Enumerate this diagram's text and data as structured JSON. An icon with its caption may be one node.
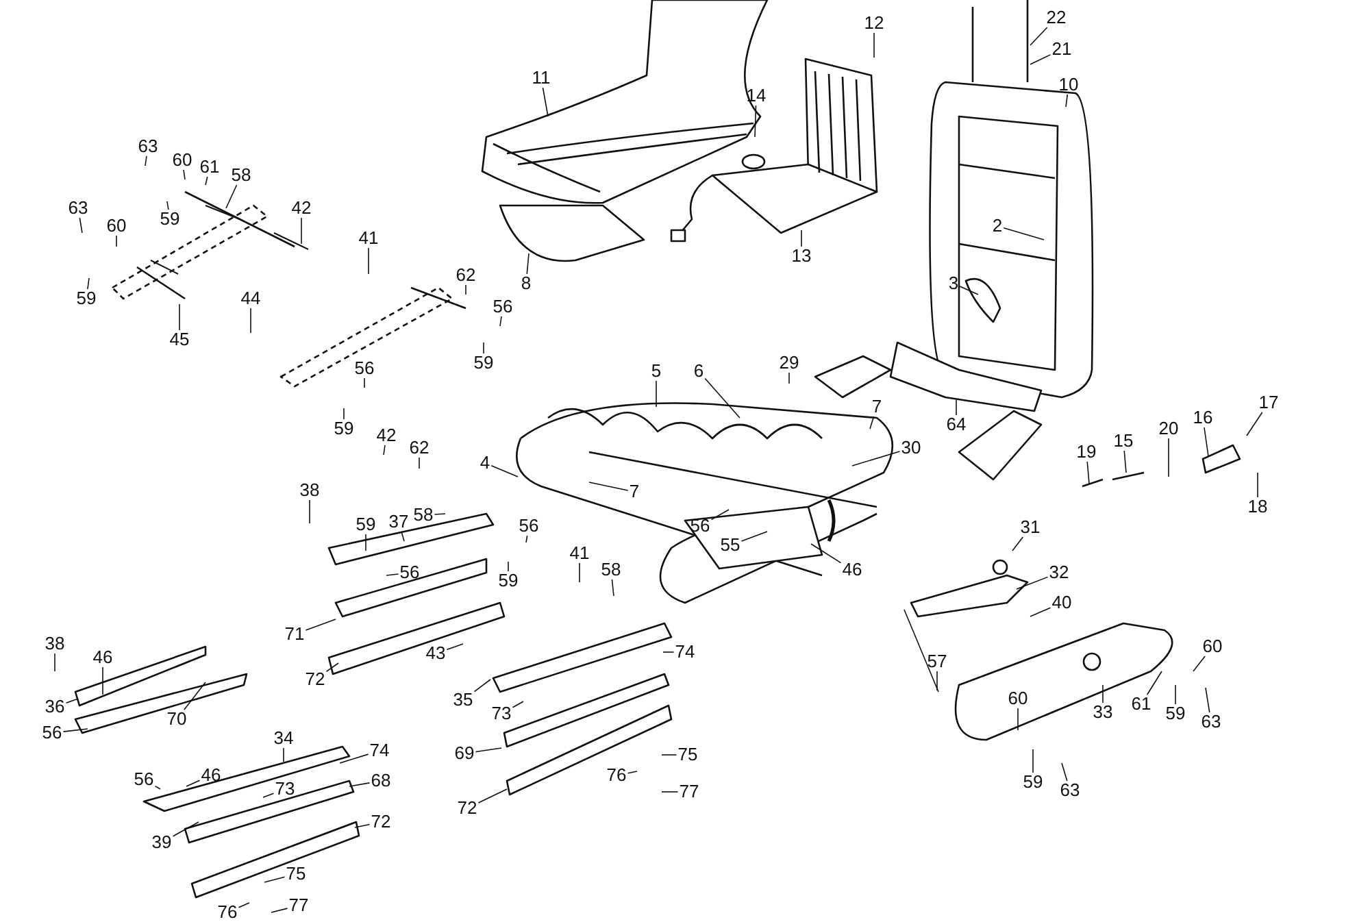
{
  "diagram": {
    "nodes": [
      {
        "text": [
          "11"
        ]
      },
      {
        "text": [
          "12"
        ]
      },
      {
        "text": [
          "14"
        ]
      },
      {
        "text": [
          "22"
        ]
      },
      {
        "text": [
          "21"
        ]
      },
      {
        "text": [
          "10"
        ]
      },
      {
        "text": [
          "13"
        ]
      },
      {
        "text": [
          "8"
        ]
      },
      {
        "text": [
          "2"
        ]
      },
      {
        "text": [
          "3"
        ]
      },
      {
        "text": [
          "64"
        ]
      },
      {
        "text": [
          "63"
        ]
      },
      {
        "text": [
          "60"
        ]
      },
      {
        "text": [
          "61"
        ]
      },
      {
        "text": [
          "58"
        ]
      },
      {
        "text": [
          "59"
        ]
      },
      {
        "text": [
          "42"
        ]
      },
      {
        "text": [
          "63"
        ]
      },
      {
        "text": [
          "60"
        ]
      },
      {
        "text": [
          "59"
        ]
      },
      {
        "text": [
          "45"
        ]
      },
      {
        "text": [
          "41"
        ]
      },
      {
        "text": [
          "44"
        ]
      },
      {
        "text": [
          "62"
        ]
      },
      {
        "text": [
          "56"
        ]
      },
      {
        "text": [
          "59"
        ]
      },
      {
        "text": [
          "56"
        ]
      },
      {
        "text": [
          "59"
        ]
      },
      {
        "text": [
          "5"
        ]
      },
      {
        "text": [
          "6"
        ]
      },
      {
        "text": [
          "29"
        ]
      },
      {
        "text": [
          "7"
        ]
      },
      {
        "text": [
          "30"
        ]
      },
      {
        "text": [
          "4"
        ]
      },
      {
        "text": [
          "7"
        ]
      },
      {
        "text": [
          "42"
        ]
      },
      {
        "text": [
          "62"
        ]
      },
      {
        "text": [
          "38"
        ]
      },
      {
        "text": [
          "59"
        ]
      },
      {
        "text": [
          "37"
        ]
      },
      {
        "text": [
          "58"
        ]
      },
      {
        "text": [
          "56"
        ]
      },
      {
        "text": [
          "59"
        ]
      },
      {
        "text": [
          "56"
        ]
      },
      {
        "text": [
          "56"
        ]
      },
      {
        "text": [
          "55"
        ]
      },
      {
        "text": [
          "46"
        ]
      },
      {
        "text": [
          "41"
        ]
      },
      {
        "text": [
          "58"
        ]
      },
      {
        "text": [
          "71"
        ]
      },
      {
        "text": [
          "72"
        ]
      },
      {
        "text": [
          "43"
        ]
      },
      {
        "text": [
          "74"
        ]
      },
      {
        "text": [
          "35"
        ]
      },
      {
        "text": [
          "73"
        ]
      },
      {
        "text": [
          "69"
        ]
      },
      {
        "text": [
          "75"
        ]
      },
      {
        "text": [
          "76"
        ]
      },
      {
        "text": [
          "77"
        ]
      },
      {
        "text": [
          "72"
        ]
      },
      {
        "text": [
          "38"
        ]
      },
      {
        "text": [
          "46"
        ]
      },
      {
        "text": [
          "36"
        ]
      },
      {
        "text": [
          "56"
        ]
      },
      {
        "text": [
          "70"
        ]
      },
      {
        "text": [
          "34"
        ]
      },
      {
        "text": [
          "74"
        ]
      },
      {
        "text": [
          "56"
        ]
      },
      {
        "text": [
          "46"
        ]
      },
      {
        "text": [
          "73"
        ]
      },
      {
        "text": [
          "68"
        ]
      },
      {
        "text": [
          "39"
        ]
      },
      {
        "text": [
          "72"
        ]
      },
      {
        "text": [
          "75"
        ]
      },
      {
        "text": [
          "76"
        ]
      },
      {
        "text": [
          "77"
        ]
      },
      {
        "text": [
          "31"
        ]
      },
      {
        "text": [
          "32"
        ]
      },
      {
        "text": [
          "40"
        ]
      },
      {
        "text": [
          "19"
        ]
      },
      {
        "text": [
          "15"
        ]
      },
      {
        "text": [
          "20"
        ]
      },
      {
        "text": [
          "16"
        ]
      },
      {
        "text": [
          "17"
        ]
      },
      {
        "text": [
          "18"
        ]
      },
      {
        "text": [
          "57"
        ]
      },
      {
        "text": [
          "60"
        ]
      },
      {
        "text": [
          "61"
        ]
      },
      {
        "text": [
          "59"
        ]
      },
      {
        "text": [
          "63"
        ]
      },
      {
        "text": [
          "33"
        ]
      },
      {
        "text": [
          "60"
        ]
      },
      {
        "text": [
          "59"
        ]
      },
      {
        "text": [
          "63"
        ]
      }
    ],
    "edges": [
      {
        "from": 0,
        "to": null,
        "arrow": "none"
      },
      {
        "from": 1,
        "to": null,
        "arrow": "none"
      },
      {
        "from": 2,
        "to": null,
        "arrow": "none"
      },
      {
        "from": 3,
        "to": null,
        "arrow": "none"
      },
      {
        "from": 4,
        "to": null,
        "arrow": "none"
      },
      {
        "from": 5,
        "to": null,
        "arrow": "none"
      },
      {
        "from": 6,
        "to": null,
        "arrow": "none"
      },
      {
        "from": 7,
        "to": null,
        "arrow": "none"
      },
      {
        "from": 8,
        "to": null,
        "arrow": "none"
      },
      {
        "from": 9,
        "to": null,
        "arrow": "none"
      },
      {
        "from": 10,
        "to": null,
        "arrow": "none"
      },
      {
        "from": 11,
        "to": null,
        "arrow": "none"
      },
      {
        "from": 12,
        "to": null,
        "arrow": "none"
      },
      {
        "from": 13,
        "to": null,
        "arrow": "none"
      },
      {
        "from": 14,
        "to": null,
        "arrow": "none"
      },
      {
        "from": 15,
        "to": null,
        "arrow": "none"
      },
      {
        "from": 16,
        "to": null,
        "arrow": "none"
      },
      {
        "from": 17,
        "to": null,
        "arrow": "none"
      },
      {
        "from": 18,
        "to": null,
        "arrow": "none"
      },
      {
        "from": 19,
        "to": null,
        "arrow": "none"
      },
      {
        "from": 20,
        "to": null,
        "arrow": "none"
      },
      {
        "from": 21,
        "to": null,
        "arrow": "none"
      },
      {
        "from": 22,
        "to": null,
        "arrow": "none"
      },
      {
        "from": 23,
        "to": null,
        "arrow": "none"
      },
      {
        "from": 24,
        "to": null,
        "arrow": "none"
      },
      {
        "from": 25,
        "to": null,
        "arrow": "none"
      },
      {
        "from": 26,
        "to": null,
        "arrow": "none"
      },
      {
        "from": 27,
        "to": null,
        "arrow": "none"
      },
      {
        "from": 28,
        "to": null,
        "arrow": "none"
      },
      {
        "from": 29,
        "to": null,
        "arrow": "none"
      },
      {
        "from": 30,
        "to": null,
        "arrow": "none"
      },
      {
        "from": 31,
        "to": null,
        "arrow": "none"
      },
      {
        "from": 32,
        "to": null,
        "arrow": "none"
      },
      {
        "from": 33,
        "to": null,
        "arrow": "none"
      },
      {
        "from": 34,
        "to": null,
        "arrow": "none"
      },
      {
        "from": 35,
        "to": null,
        "arrow": "none"
      },
      {
        "from": 36,
        "to": null,
        "arrow": "none"
      },
      {
        "from": 37,
        "to": null,
        "arrow": "none"
      },
      {
        "from": 38,
        "to": null,
        "arrow": "none"
      },
      {
        "from": 39,
        "to": null,
        "arrow": "none"
      },
      {
        "from": 40,
        "to": null,
        "arrow": "none"
      },
      {
        "from": 41,
        "to": null,
        "arrow": "none"
      },
      {
        "from": 42,
        "to": null,
        "arrow": "none"
      },
      {
        "from": 43,
        "to": null,
        "arrow": "none"
      },
      {
        "from": 44,
        "to": null,
        "arrow": "none"
      },
      {
        "from": 45,
        "to": null,
        "arrow": "none"
      },
      {
        "from": 46,
        "to": null,
        "arrow": "none"
      },
      {
        "from": 47,
        "to": null,
        "arrow": "none"
      },
      {
        "from": 48,
        "to": null,
        "arrow": "none"
      },
      {
        "from": 49,
        "to": null,
        "arrow": "none"
      },
      {
        "from": 50,
        "to": null,
        "arrow": "none"
      },
      {
        "from": 51,
        "to": null,
        "arrow": "none"
      },
      {
        "from": 52,
        "to": null,
        "arrow": "none"
      },
      {
        "from": 53,
        "to": null,
        "arrow": "none"
      },
      {
        "from": 54,
        "to": null,
        "arrow": "none"
      },
      {
        "from": 55,
        "to": null,
        "arrow": "none"
      },
      {
        "from": 56,
        "to": null,
        "arrow": "none"
      },
      {
        "from": 57,
        "to": null,
        "arrow": "none"
      },
      {
        "from": 58,
        "to": null,
        "arrow": "none"
      },
      {
        "from": 59,
        "to": null,
        "arrow": "none"
      },
      {
        "from": 60,
        "to": null,
        "arrow": "none"
      },
      {
        "from": 61,
        "to": null,
        "arrow": "none"
      },
      {
        "from": 62,
        "to": null,
        "arrow": "none"
      },
      {
        "from": 63,
        "to": null,
        "arrow": "none"
      },
      {
        "from": 64,
        "to": null,
        "arrow": "none"
      },
      {
        "from": 65,
        "to": null,
        "arrow": "none"
      },
      {
        "from": 66,
        "to": null,
        "arrow": "none"
      },
      {
        "from": 67,
        "to": null,
        "arrow": "none"
      },
      {
        "from": 68,
        "to": null,
        "arrow": "none"
      },
      {
        "from": 69,
        "to": null,
        "arrow": "none"
      },
      {
        "from": 70,
        "to": null,
        "arrow": "none"
      },
      {
        "from": 71,
        "to": null,
        "arrow": "none"
      },
      {
        "from": 72,
        "to": null,
        "arrow": "none"
      },
      {
        "from": 73,
        "to": null,
        "arrow": "none"
      },
      {
        "from": 74,
        "to": null,
        "arrow": "none"
      },
      {
        "from": 75,
        "to": null,
        "arrow": "none"
      },
      {
        "from": 76,
        "to": null,
        "arrow": "none"
      },
      {
        "from": 77,
        "to": null,
        "arrow": "none"
      },
      {
        "from": 78,
        "to": null,
        "arrow": "none"
      },
      {
        "from": 79,
        "to": null,
        "arrow": "none"
      },
      {
        "from": 80,
        "to": null,
        "arrow": "none"
      },
      {
        "from": 81,
        "to": null,
        "arrow": "none"
      },
      {
        "from": 82,
        "to": null,
        "arrow": "none"
      },
      {
        "from": 83,
        "to": null,
        "arrow": "none"
      },
      {
        "from": 84,
        "to": null,
        "arrow": "none"
      },
      {
        "from": 85,
        "to": null,
        "arrow": "none"
      },
      {
        "from": 86,
        "to": null,
        "arrow": "none"
      },
      {
        "from": 87,
        "to": null,
        "arrow": "none"
      },
      {
        "from": 88,
        "to": null,
        "arrow": "none"
      },
      {
        "from": 89,
        "to": null,
        "arrow": "none"
      },
      {
        "from": 90,
        "to": null,
        "arrow": "none"
      },
      {
        "from": 91,
        "to": null,
        "arrow": "none"
      },
      {
        "from": 92,
        "to": null,
        "arrow": "none"
      },
      {
        "from": 93,
        "to": null,
        "arrow": "none"
      }
    ]
  }
}
